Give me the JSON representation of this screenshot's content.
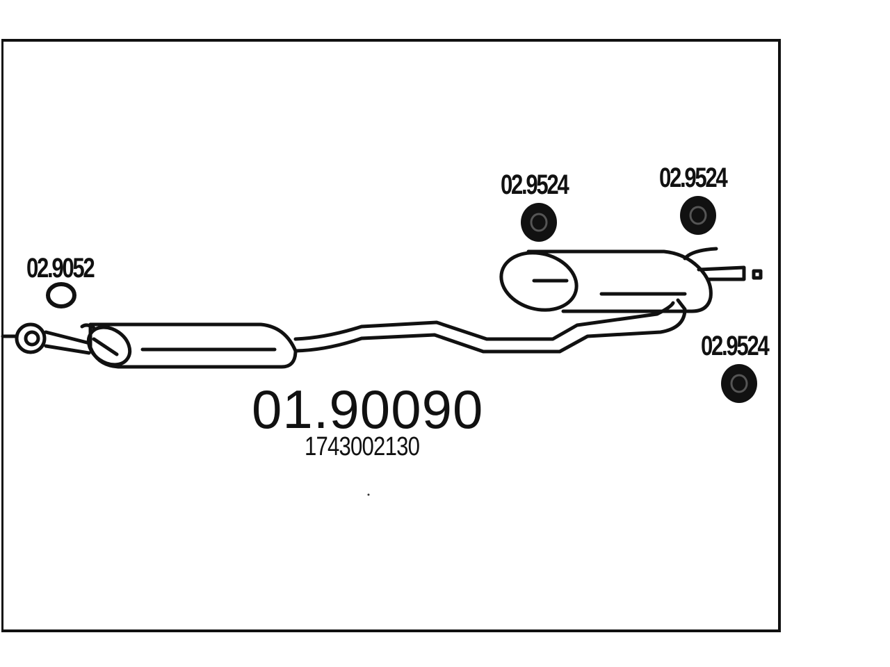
{
  "diagram": {
    "main_part_number": "01.90090",
    "oem_number": "1743002130",
    "parts": [
      {
        "code": "02.9052"
      },
      {
        "code": "02.9524"
      },
      {
        "code": "02.9524"
      },
      {
        "code": "02.9524"
      }
    ]
  }
}
